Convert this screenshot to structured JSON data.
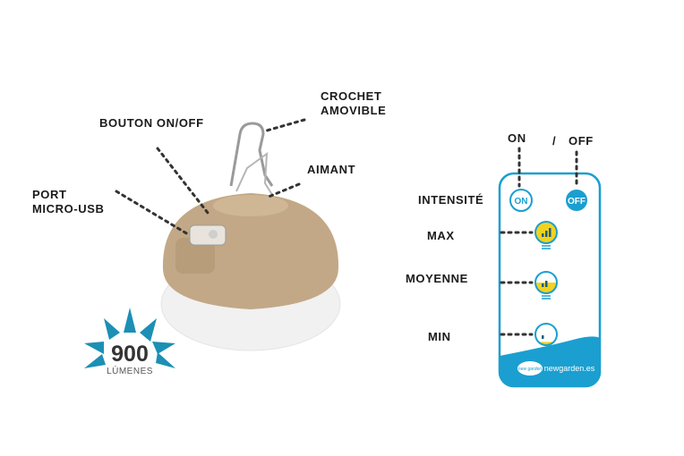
{
  "lamp_labels": {
    "crochet_line1": "CROCHET",
    "crochet_line2": "AMOVIBLE",
    "bouton": "BOUTON ON/OFF",
    "aimant": "AIMANT",
    "port_line1": "PORT",
    "port_line2": "MICRO-USB"
  },
  "lumens": {
    "value": "900",
    "unit": "LÚMENES"
  },
  "remote": {
    "on_label": "ON",
    "slash": "/",
    "off_label": "OFF",
    "on_button": "ON",
    "off_button": "OFF",
    "intensity_label": "INTENSITÉ",
    "levels": [
      {
        "label": "MAX",
        "fill": 1.0
      },
      {
        "label": "MOYENNE",
        "fill": 0.5
      },
      {
        "label": "MIN",
        "fill": 0.15
      }
    ],
    "brand_logo_text": "new garden",
    "brand_url": "newgarden.es"
  },
  "colors": {
    "lamp_body": "#c2a886",
    "lamp_shade": "#f2f2f2",
    "remote_border": "#1a9fd0",
    "remote_accent": "#1a9fd0",
    "bulb_fill": "#f3d21f",
    "star": "#1c8fb5",
    "dots": "#333333"
  }
}
